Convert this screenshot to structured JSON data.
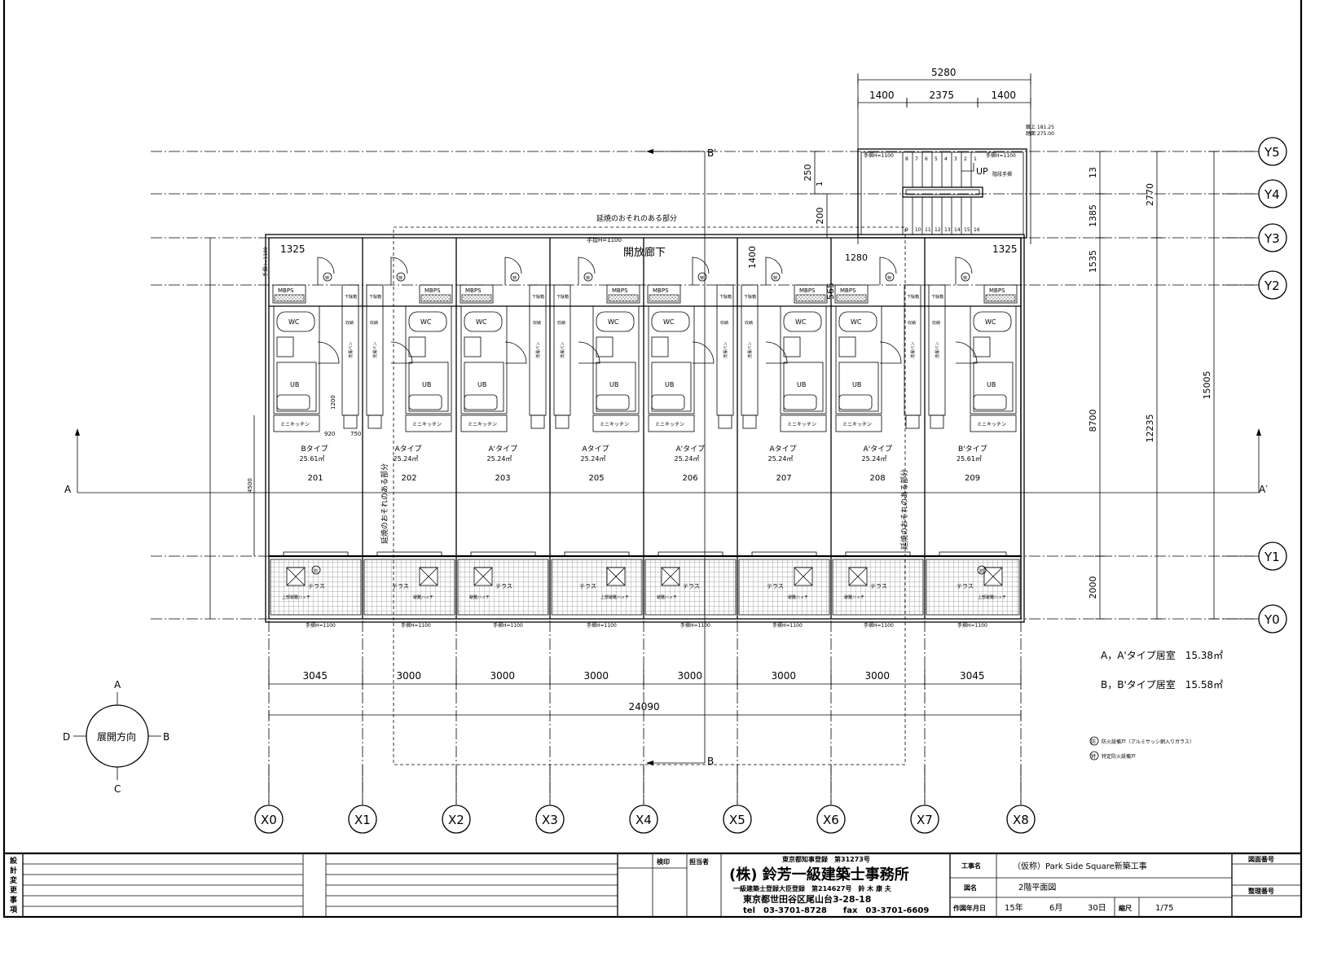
{
  "dims_top": {
    "total": "5280",
    "parts": [
      "1400",
      "2375",
      "1400"
    ],
    "left_v": [
      "250",
      "200"
    ],
    "right_v": [
      "13",
      "1385",
      "1535"
    ],
    "right_v2": [
      "2770"
    ],
    "big_right": "15005",
    "mid_right": "12235",
    "seg_8700": "8700",
    "seg_2000": "2000",
    "dim_1325_l": "1325",
    "dim_1325_r": "1325",
    "dim_1400": "1400",
    "dim_1280": "1280",
    "dim_565": "565",
    "dim_4500": "4500",
    "dim_1200": "1200",
    "dim_920": "920",
    "dim_750": "750",
    "dim_1": "1"
  },
  "dims_bottom": {
    "bays": [
      "3045",
      "3000",
      "3000",
      "3000",
      "3000",
      "3000",
      "3000",
      "3045"
    ],
    "total": "24090"
  },
  "axes_x": [
    "X0",
    "X1",
    "X2",
    "X3",
    "X4",
    "X5",
    "X6",
    "X7",
    "X8"
  ],
  "axes_y": [
    "Y5",
    "Y4",
    "Y3",
    "Y2",
    "Y1",
    "Y0"
  ],
  "units": [
    {
      "type": "Bタイプ",
      "area": "25.61㎡",
      "no": "201"
    },
    {
      "type": "Aタイプ",
      "area": "25.24㎡",
      "no": "202"
    },
    {
      "type": "A'タイプ",
      "area": "25.24㎡",
      "no": "203"
    },
    {
      "type": "Aタイプ",
      "area": "25.24㎡",
      "no": "205"
    },
    {
      "type": "A'タイプ",
      "area": "25.24㎡",
      "no": "206"
    },
    {
      "type": "Aタイプ",
      "area": "25.24㎡",
      "no": "207"
    },
    {
      "type": "A'タイプ",
      "area": "25.24㎡",
      "no": "208"
    },
    {
      "type": "B'タイプ",
      "area": "25.61㎡",
      "no": "209"
    }
  ],
  "labels": {
    "corridor": "開放廊下",
    "fire_spread": "延焼のおそれのある部分",
    "fire_spread_v": "延焼のおそれのある部分",
    "handrail": "手摺H=1100",
    "up": "UP",
    "stair_note": "階段手摺",
    "mbps": "MBPS",
    "wc": "WC",
    "ub": "UB",
    "kitchen": "ミニキッチン",
    "terrace": "テラス",
    "hatch": "避難ハッチ",
    "upper_hatch": "上部避難ハッチ",
    "storage": "下駄箱",
    "closet": "収納",
    "washer": "洗濯パン",
    "stair_steps": [
      "8",
      "7",
      "6",
      "5",
      "4",
      "3",
      "2",
      "1",
      "9",
      "10",
      "11",
      "12",
      "13",
      "14",
      "15",
      "16"
    ],
    "section_a": "A",
    "section_a2": "A′",
    "section_b": "B",
    "section_b2": "B′",
    "riser": "蹴上 181.25",
    "tread": "踏面 275.00",
    "fire_door_symbol": "防",
    "special_door_symbol": "特",
    "fire_door_legend": "防火設備戸（アルミサッシ網入りガラス）",
    "special_door_legend": "特定防火設備戸"
  },
  "room_areas": {
    "a_type": "A，A'タイプ居室　15.38㎡",
    "b_type": "B，B'タイプ居室　15.58㎡"
  },
  "compass": {
    "center": "展開方向",
    "n": "A",
    "e": "B",
    "s": "C",
    "w": "D"
  },
  "title_block": {
    "revision_label": "設計変更事項",
    "inspect": "検印",
    "person": "担当者",
    "registration": "東京都知事登録　第31273号",
    "office": "(株) 鈴芳一級建築士事務所",
    "architect": "一級建築士登録大臣登録　第214627号　鈴 木 康 夫",
    "address": "東京都世田谷区尾山台3-28-18",
    "tel": "tel　03-3701-8728　　fax　03-3701-6609",
    "project_label": "工事名",
    "project": "（仮称）Park Side Square新築工事",
    "drawing_label": "図名",
    "drawing": "2階平面図",
    "date_label": "作図年月日",
    "date_year": "15年",
    "date_month": "6月",
    "date_day": "30日",
    "scale_label": "縮尺",
    "scale": "1/75",
    "drawing_no_label": "図面番号",
    "sheet_no_label": "整理番号"
  }
}
